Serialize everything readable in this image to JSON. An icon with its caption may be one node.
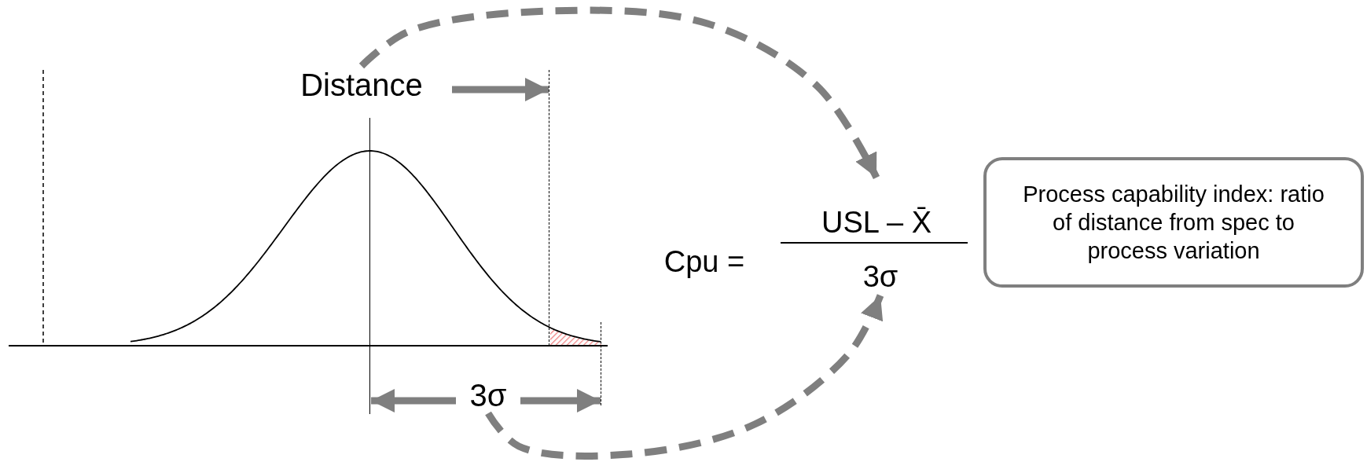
{
  "diagram": {
    "nodes": [
      {
        "text": [
          "Distance"
        ]
      },
      {
        "text": [],
        "shape": "line"
      },
      {
        "text": [
          "3σ"
        ]
      },
      {
        "text": [],
        "shape": "line"
      },
      {
        "text": [],
        "shape": "line"
      },
      {
        "text": [
          "USL – X̄"
        ]
      },
      {
        "text": [
          "3σ"
        ]
      },
      {
        "text": [
          "Process capability index: ratio of distance from spec to process variation"
        ]
      }
    ],
    "edges": [
      {
        "from": 0,
        "to": 1,
        "arrow": "to"
      },
      {
        "from": 2,
        "to": 3,
        "arrow": "to"
      },
      {
        "from": 2,
        "to": 4,
        "arrow": "to"
      },
      {
        "from": 0,
        "to": 5,
        "arrow": "to",
        "style": "dashed"
      },
      {
        "from": 2,
        "to": 6,
        "arrow": "to",
        "style": "dashed"
      }
    ],
    "labels": [
      "Cpu ="
    ]
  }
}
